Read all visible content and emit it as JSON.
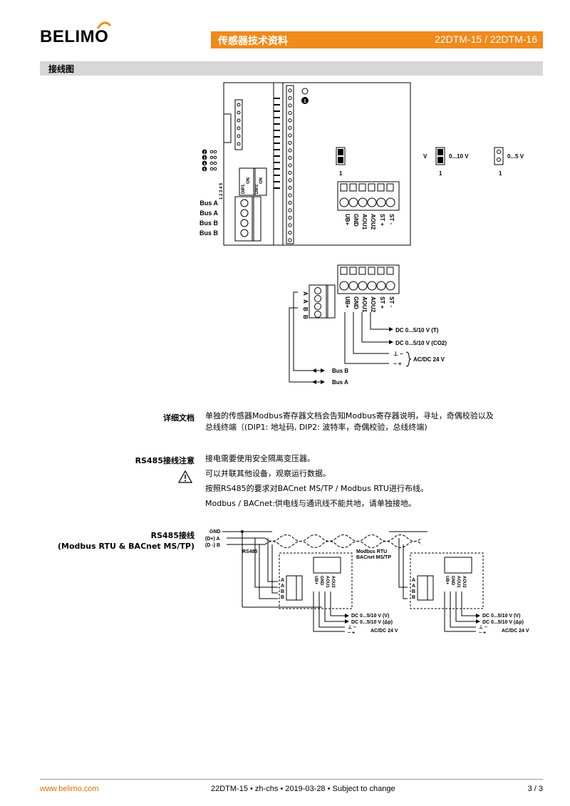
{
  "header": {
    "brand": "BELIMO",
    "bar_left": "传感器技术资料",
    "bar_right": "22DTM-15 / 22DTM-16"
  },
  "section": {
    "title": "接线图"
  },
  "diagram_top": {
    "dip1": "DIP1",
    "dip2": "DIP2",
    "on": "ON",
    "dip_numbers": "1 2 3 4 5",
    "bus_labels": [
      "Bus A",
      "Bus A",
      "Bus B",
      "Bus B"
    ],
    "terminal_labels": [
      "UB+",
      "GND",
      "AOU1",
      "AOU2",
      "ST +",
      "ST -"
    ],
    "num_1": "1",
    "v_label": "V",
    "jumper_a": "0...10 V",
    "jumper_b": "0...5 V",
    "jumper_one": "1",
    "badge_1": "1",
    "badges_left": [
      "2",
      "3",
      "4",
      "5"
    ]
  },
  "diagram_mid": {
    "bus_letters": [
      "A",
      "A",
      "B",
      "B"
    ],
    "terminal_labels": [
      "UB+",
      "GND",
      "AOU1",
      "AOU2",
      "ST +",
      "ST -"
    ],
    "out_t": "DC 0...5/10 V (T)",
    "out_co2": "DC 0...5/10 V (CO2)",
    "supply": "AC/DC 24 V",
    "gnd_sym": "⊥ –",
    "pos_sym": "~ +",
    "bus_b": "Bus B",
    "bus_a": "Bus A"
  },
  "details": {
    "label": "详细文档",
    "line1": "单独的传感器Modbus寄存器文档会告知Modbus寄存器说明，寻址，奇偶校验以及",
    "line2": "总线终端（(DIP1: 地址码, DIP2: 波特率，奇偶校验，总线终端)"
  },
  "rs485_notes": {
    "label": "RS485接线注意",
    "line1": "接电需要使用安全隔离变压器。",
    "line2": "可以并联其他设备，观察运行数据。",
    "line3": "按照RS485的要求对BACnet MS/TP / Modbus RTU进行布线。",
    "line4": "Modbus / BACnet:供电线与通讯线不能共地，请单独接地。"
  },
  "rs485_wiring": {
    "label1": "RS485接线",
    "label2": "(Modbus RTU & BACnet MS/TP)",
    "gnd": "GND",
    "d_plus": "(D+) A",
    "d_minus": "(D -) B",
    "rs485": "RS485",
    "modbus": "Modbus RTU",
    "bacnet": "BACnet MS/TP",
    "letters": [
      "A",
      "A",
      "B",
      "B"
    ],
    "terms": [
      "UB+",
      "GND",
      "AOU1",
      "AOU2"
    ],
    "out_v": "DC 0...5/10 V  (V)",
    "out_dp": "DC 0...5/10 V  (Δp)",
    "supply": "AC/DC 24 V",
    "gnd_sym": "⊥ –",
    "pos_sym": "~ +"
  },
  "footer": {
    "website": "www.belimo.com",
    "doc": "22DTM-15 • zh-chs • 2019-03-28 • Subject to change",
    "page": "3 / 3"
  }
}
